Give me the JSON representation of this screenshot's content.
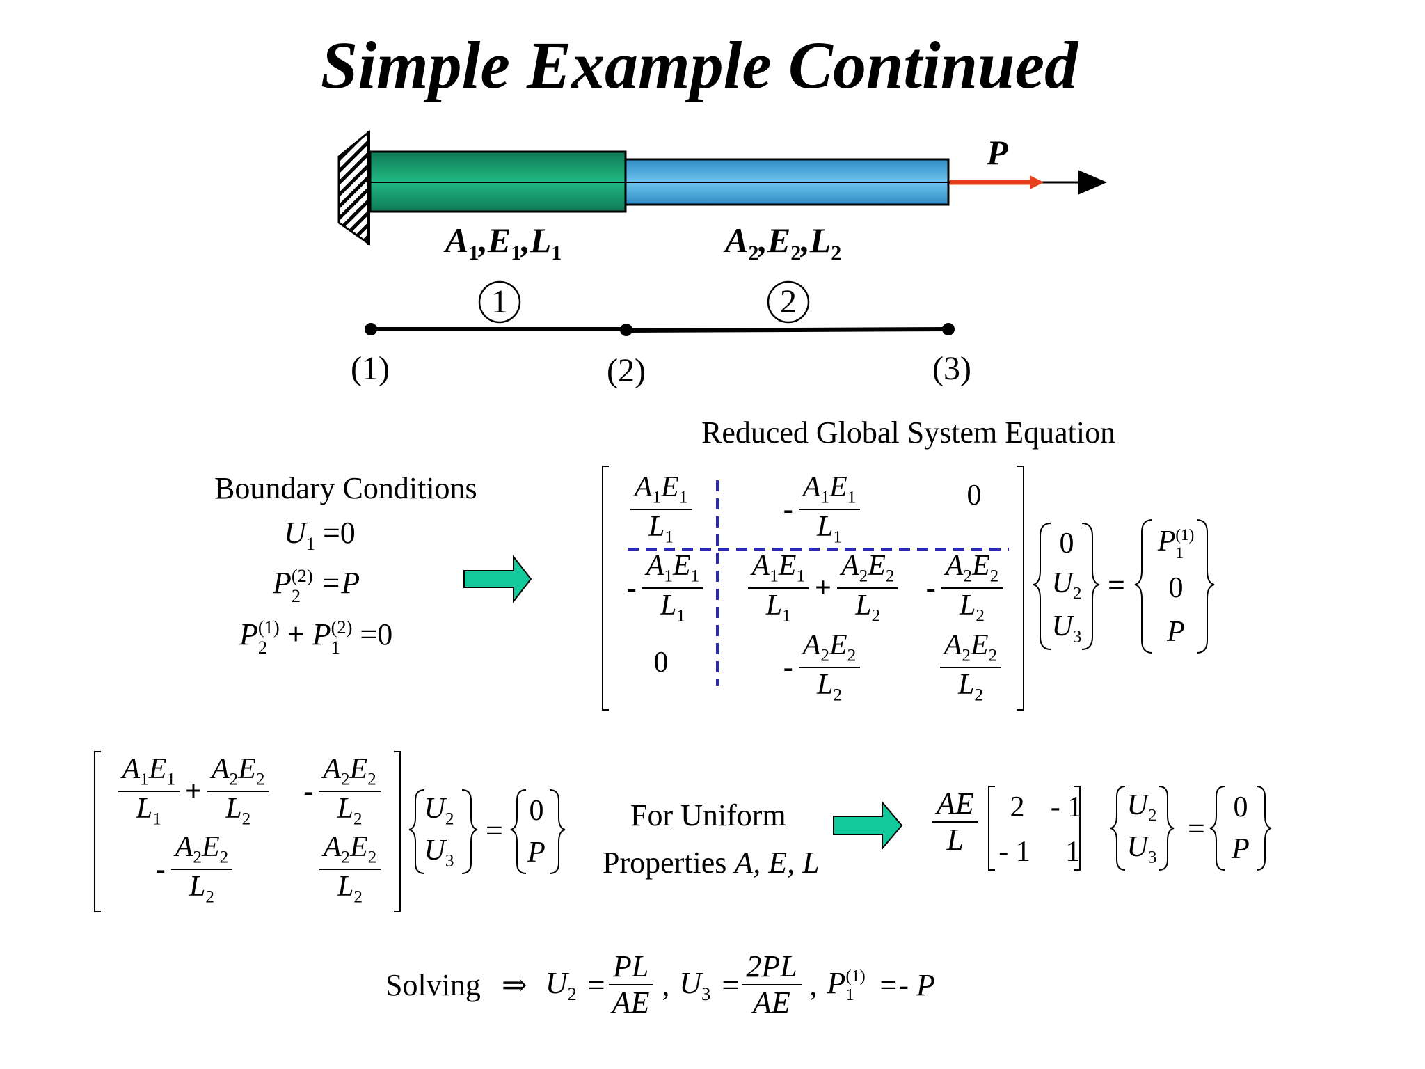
{
  "title": "Simple Example Continued",
  "load_label": "P",
  "bar1_label": [
    "A",
    "1",
    ",E",
    "1",
    ",L",
    "1"
  ],
  "bar2_label": [
    "A",
    "2",
    ",E",
    "2",
    ",L",
    "2"
  ],
  "element_numbers": [
    "1",
    "2"
  ],
  "node_labels": [
    "(1)",
    "(2)",
    "(3)"
  ],
  "reduced_heading": "Reduced Global System Equation",
  "bc_heading": "Boundary Conditions",
  "bc": {
    "eq1_lhs": "U",
    "eq1_sub": "1",
    "eq1_rhs": "=0",
    "eq2_lhs": "P",
    "eq2_sub": "2",
    "eq2_sup": "(2)",
    "eq2_rhs": "=P",
    "eq3_a": "P",
    "eq3_a_sub": "2",
    "eq3_a_sup": "(1)",
    "eq3_plus": "+",
    "eq3_b": "P",
    "eq3_b_sub": "1",
    "eq3_b_sup": "(2)",
    "eq3_rhs": "=0"
  },
  "matrix": {
    "zero": "0",
    "minus": "-",
    "plus": "+",
    "A": "A",
    "E": "E",
    "L": "L",
    "s1": "1",
    "s2": "2",
    "s3": "3",
    "U": "U",
    "P": "P",
    "sup1": "(1)"
  },
  "uniform_line1": "For Uniform",
  "uniform_line2": "Properties",
  "uniform_vars": "A, E, L",
  "simple": {
    "AE": "AE",
    "L": "L",
    "m11": "2",
    "m12": "- 1",
    "m21": "- 1",
    "m22": "1"
  },
  "solving_label": "Solving",
  "implies": "⇒",
  "sol": {
    "U": "U",
    "s2": "2",
    "s3": "3",
    "eq": "=",
    "num1": "PL",
    "den": "AE",
    "num2": "2PL",
    "comma": ",",
    "P": "P",
    "s1": "1",
    "sup1": "(1)",
    "rhs": "=- P"
  },
  "colors": {
    "bar1": "#1a9a6e",
    "bar2": "#4aaee0",
    "load_arrow": "#e8401c",
    "partition": "#2b2bb8",
    "big_arrow": "#11c99a"
  }
}
